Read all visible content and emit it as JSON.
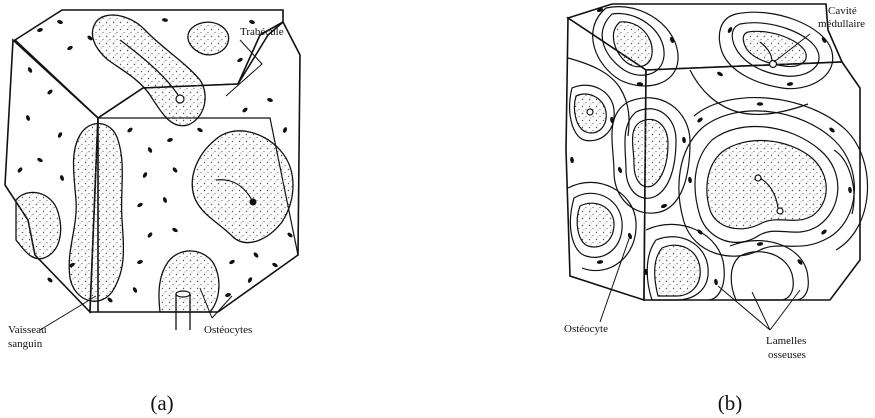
{
  "figure": {
    "panel_a": {
      "caption": "(a)",
      "labels": {
        "trabecule": "Trabécule",
        "vaisseau_line1": "Vaisseau",
        "vaisseau_line2": "sanguin",
        "osteocytes": "Ostéocytes"
      }
    },
    "panel_b": {
      "caption": "(b)",
      "labels": {
        "cavite_line1": "Cavité",
        "cavite_line2": "médullaire",
        "osteocyte": "Ostéocyte",
        "lamelles_line1": "Lamelles",
        "lamelles_line2": "osseuses"
      }
    }
  },
  "colors": {
    "ink": "#111111",
    "stipple": "#555555",
    "paper": "#ffffff"
  }
}
